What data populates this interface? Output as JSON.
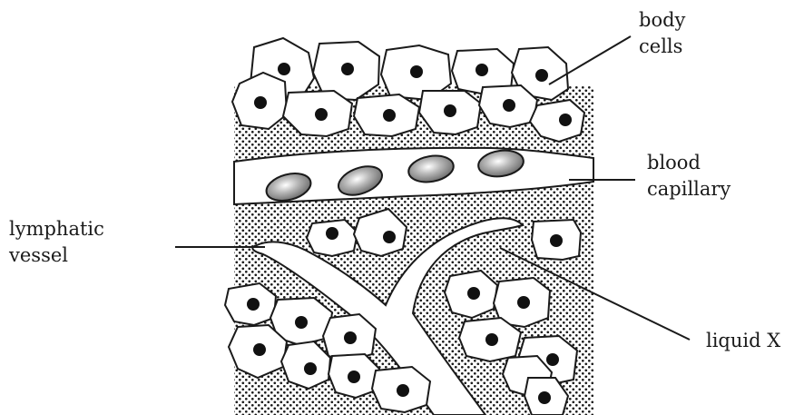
{
  "labels": {
    "body_cells": [
      "body",
      "cells"
    ],
    "blood_capillary": [
      "blood",
      "capillary"
    ],
    "lymphatic_vessel": [
      "lymphatic",
      "vessel"
    ],
    "liquid_x": "liquid X"
  }
}
